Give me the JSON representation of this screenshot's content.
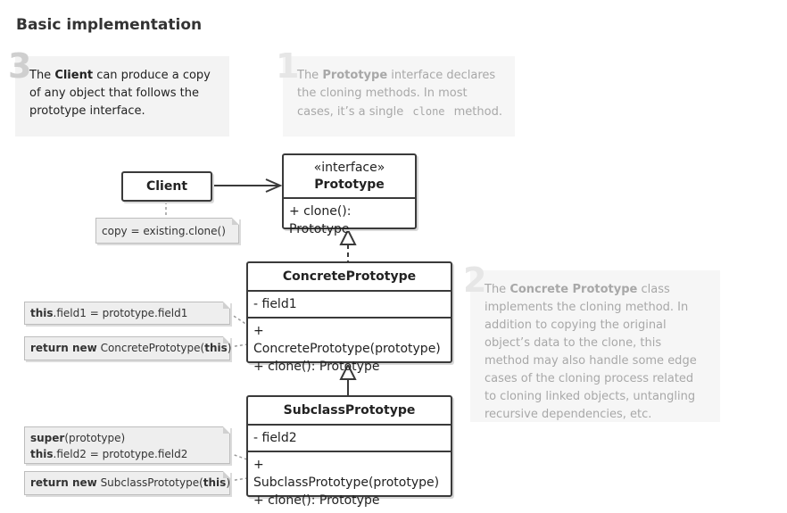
{
  "title": "Basic implementation",
  "callouts": {
    "client": {
      "number": "3",
      "pre": "The ",
      "bold": "Client",
      "post": " can produce a copy of any object that follows the prototype interface."
    },
    "prototype": {
      "number": "1",
      "pre": "The ",
      "bold": "Prototype",
      "post": " interface declares the cloning methods. In most cases, it’s a single ",
      "code": "clone",
      "post2": " method."
    },
    "concrete": {
      "number": "2",
      "pre": "The ",
      "bold": "Concrete Prototype",
      "post": " class implements the cloning method. In addition to copying the original object’s data to the clone, this method may also handle some edge cases of the cloning process related to cloning linked objects, untangling recursive dependencies, etc."
    }
  },
  "client_box": {
    "name": "Client"
  },
  "client_note": "copy = existing.clone()",
  "prototype_box": {
    "stereotype": "«interface»",
    "name": "Prototype",
    "methods": [
      "+ clone(): Prototype"
    ]
  },
  "concrete_box": {
    "name": "ConcretePrototype",
    "fields": [
      "- field1"
    ],
    "methods": [
      "+ ConcretePrototype(prototype)",
      "+ clone(): Prototype"
    ]
  },
  "subclass_box": {
    "name": "SubclassPrototype",
    "fields": [
      "- field2"
    ],
    "methods": [
      "+ SubclassPrototype(prototype)",
      "+ clone(): Prototype"
    ]
  },
  "notes": {
    "concrete_ctor": {
      "kw": "this",
      "rest": ".field1 = prototype.field1"
    },
    "concrete_clone": {
      "kw": "return new",
      "mid": " ConcretePrototype(",
      "kw2": "this",
      "end": ")"
    },
    "subclass_ctor": {
      "line1_kw": "super",
      "line1_rest": "(prototype)",
      "line2_kw": "this",
      "line2_rest": ".field2 = prototype.field2"
    },
    "subclass_clone": {
      "kw": "return new",
      "mid": " SubclassPrototype(",
      "kw2": "this",
      "end": ")"
    }
  }
}
